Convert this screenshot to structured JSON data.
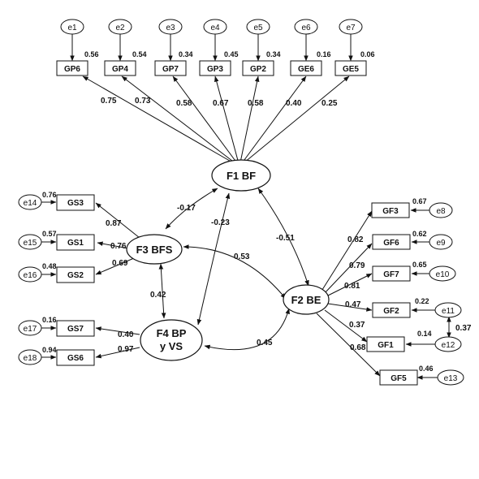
{
  "factors": {
    "f1": "F1 BF",
    "f2": "F2 BE",
    "f3": "F3 BFS",
    "f4_line1": "F4 BP",
    "f4_line2": "y VS"
  },
  "f1_indicators": [
    {
      "item": "GP6",
      "error": "e1",
      "r2": "0.56",
      "loading": "0.75"
    },
    {
      "item": "GP4",
      "error": "e2",
      "r2": "0.54",
      "loading": "0.73"
    },
    {
      "item": "GP7",
      "error": "e3",
      "r2": "0.34",
      "loading": "0.58"
    },
    {
      "item": "GP3",
      "error": "e4",
      "r2": "0.45",
      "loading": "0.67"
    },
    {
      "item": "GP2",
      "error": "e5",
      "r2": "0.34",
      "loading": "0.58"
    },
    {
      "item": "GE6",
      "error": "e6",
      "r2": "0.16",
      "loading": "0.40"
    },
    {
      "item": "GE5",
      "error": "e7",
      "r2": "0.06",
      "loading": "0.25"
    }
  ],
  "f3_indicators": [
    {
      "item": "GS3",
      "error": "e14",
      "r2": "0.76",
      "loading": "0.87"
    },
    {
      "item": "GS1",
      "error": "e15",
      "r2": "0.57",
      "loading": "0.76"
    },
    {
      "item": "GS2",
      "error": "e16",
      "r2": "0.48",
      "loading": "0.69"
    }
  ],
  "f4_indicators": [
    {
      "item": "GS7",
      "error": "e17",
      "r2": "0.16",
      "loading": "0.40"
    },
    {
      "item": "GS6",
      "error": "e18",
      "r2": "0.94",
      "loading": "0.97"
    }
  ],
  "f2_indicators": [
    {
      "item": "GF3",
      "error": "e8",
      "r2": "0.67",
      "loading": "0.82"
    },
    {
      "item": "GF6",
      "error": "e9",
      "r2": "0.62",
      "loading": "0.79"
    },
    {
      "item": "GF7",
      "error": "e10",
      "r2": "0.65",
      "loading": "0.81"
    },
    {
      "item": "GF2",
      "error": "e11",
      "r2": "0.22",
      "loading": "0.47"
    },
    {
      "item": "GF1",
      "error": "e12",
      "r2": "0.14",
      "loading": "0.37"
    },
    {
      "item": "GF5",
      "error": "e13",
      "r2": "0.46",
      "loading": "0.68"
    }
  ],
  "correlations": {
    "f1_f3": "-0.17",
    "f1_f4": "-0.23",
    "f1_f2": "-0.51",
    "f3_f2": "0.53",
    "f3_f4": "0.42",
    "f4_f2": "0.45",
    "e11_e12": "0.37"
  }
}
